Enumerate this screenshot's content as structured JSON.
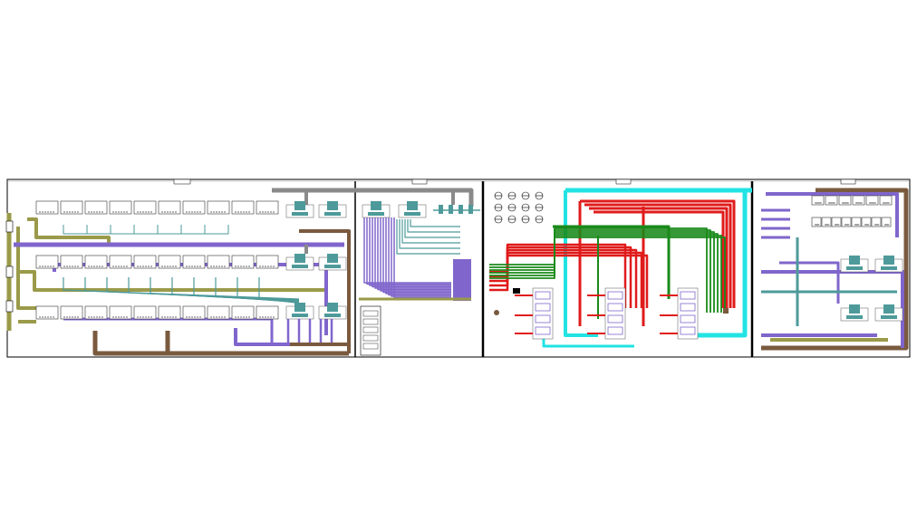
{
  "diagram": {
    "sheet_title_blocks": [
      "",
      "",
      "",
      ""
    ],
    "section_labels": [],
    "colors": {
      "background": "#ffffff",
      "frame": "#000000",
      "olive": "#9a9a4a",
      "purple": "#8066cc",
      "teal": "#4e9a9a",
      "brown": "#7a5a3e",
      "gray": "#8a8a8a",
      "red": "#e01b1b",
      "green": "#1a8a1a",
      "cyan": "#22e3e3",
      "device_fill": "#ffffff",
      "device_stroke": "#333333"
    },
    "panels": [
      {
        "name": "panel-patch-racks",
        "kind": "switch-rows"
      },
      {
        "name": "panel-distribution",
        "kind": "bus"
      },
      {
        "name": "panel-power",
        "kind": "power-lines"
      },
      {
        "name": "panel-aux-rack",
        "kind": "switch-rows"
      }
    ]
  }
}
